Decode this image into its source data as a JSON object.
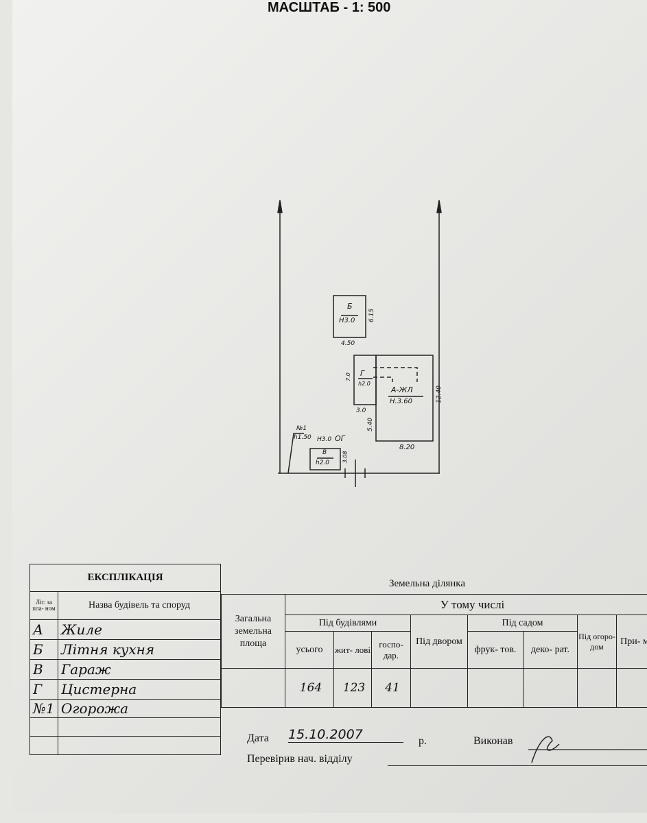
{
  "scale_title": "МАСШТАБ  - 1: 500",
  "plan": {
    "b_label": "Б",
    "b_height": "H3.0",
    "b_side": "6.15",
    "b_bottom": "4.50",
    "g_label": "Г",
    "g_height": "h2.0",
    "g_side": "7.0",
    "g_bottom": "3.0",
    "a_label": "А-ЖЛ",
    "a_height": "H.3.60",
    "a_side": "12.40",
    "a_left": "5.40",
    "a_bottom": "8.20",
    "v_label": "В",
    "v_height": "h2.0",
    "v_side": "3.08",
    "fence_label": "№1",
    "fence_height": "h1.50",
    "og_height": "H3.0",
    "og": "ОГ"
  },
  "explication": {
    "title": "ЕКСПЛІКАЦІЯ",
    "col_letter": "Літ. за пла- ном",
    "col_name": "Назва будівель та споруд",
    "rows": [
      {
        "letter": "А",
        "name": "Жиле"
      },
      {
        "letter": "Б",
        "name": "Літня кухня"
      },
      {
        "letter": "В",
        "name": "Гараж"
      },
      {
        "letter": "Г",
        "name": "Цистерна"
      },
      {
        "letter": "№1",
        "name": "Огорожа"
      }
    ]
  },
  "land": {
    "title": "Земельна ділянка",
    "total": "Загальна земельна площа",
    "including": "У тому числі",
    "under_buildings": "Під будівлями",
    "total_col": "усього",
    "living": "жит- лові",
    "household": "госпо- дар.",
    "yard": "Під двором",
    "garden": "Під садом",
    "fruit": "фрук- тов.",
    "decor": "деко- рат.",
    "vegetable": "Під огоро- дом",
    "note": "При- міт",
    "values": {
      "total": "164",
      "living": "123",
      "household": "41"
    }
  },
  "footer": {
    "date_label": "Дата",
    "date": "15.10.2007",
    "year_suffix": "р.",
    "performed": "Виконав",
    "checked": "Перевірив нач. відділу"
  }
}
